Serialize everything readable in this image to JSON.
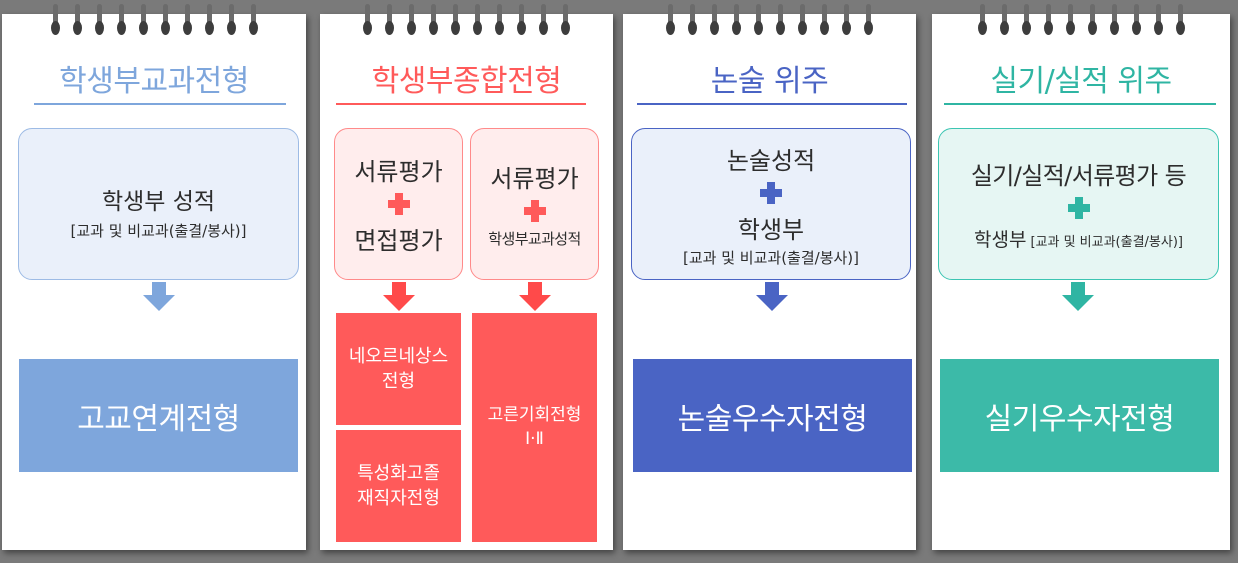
{
  "colors": {
    "col1": "#7ea6dc",
    "col2": "#ff5a5a",
    "col3": "#4a64c4",
    "col4": "#2fb5a3"
  },
  "col1": {
    "title": "학생부교과전형",
    "box_main": "학생부 성적",
    "box_sub": "[교과 및 비교과(출결/봉사)]",
    "result": "고교연계전형"
  },
  "col2": {
    "title": "학생부종합전형",
    "box_left_top": "서류평가",
    "box_left_bottom": "면접평가",
    "box_right_top": "서류평가",
    "box_right_bottom": "학생부교과성적",
    "result_a": "네오르네상스\n전형",
    "result_b": "특성화고졸\n재직자전형",
    "result_c": "고른기회전형\nⅠ·Ⅱ"
  },
  "col3": {
    "title": "논술 위주",
    "box_top": "논술성적",
    "box_main": "학생부",
    "box_sub": "[교과 및 비교과(출결/봉사)]",
    "result": "논술우수자전형"
  },
  "col4": {
    "title": "실기/실적 위주",
    "box_top": "실기/실적/서류평가 등",
    "box_main": "학생부",
    "box_sub": "[교과 및 비교과(출결/봉사)]",
    "result": "실기우수자전형"
  }
}
